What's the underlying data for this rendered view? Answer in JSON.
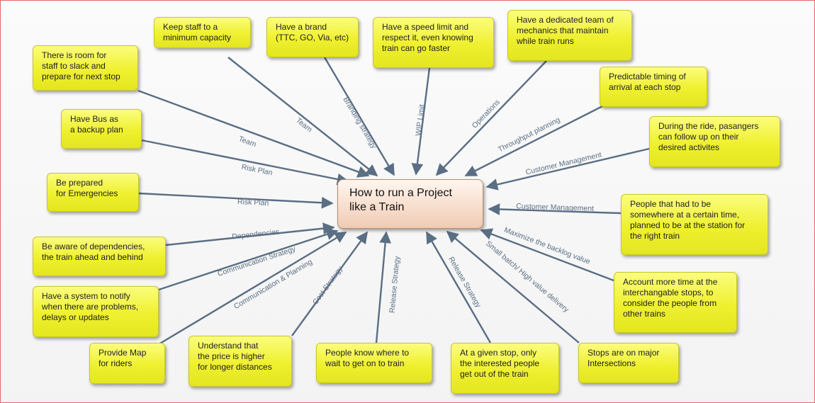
{
  "center": {
    "text": "How to run a Project\n     like a Train"
  },
  "nodes": [
    {
      "id": "n1",
      "text": "Keep staff to a\nminimum capacity"
    },
    {
      "id": "n2",
      "text": "Have a brand\n(TTC, GO, Via, etc)"
    },
    {
      "id": "n3",
      "text": "Have a speed limit and\nrespect it, even knowing\ntrain can go faster"
    },
    {
      "id": "n4",
      "text": "Have a dedicated team of\nmechanics that maintain\nwhile train runs"
    },
    {
      "id": "n5",
      "text": "There is room for\nstaff to slack and\nprepare for next stop"
    },
    {
      "id": "n6",
      "text": "Predictable timing of\narrival at each stop"
    },
    {
      "id": "n7",
      "text": "Have Bus as\na backup plan"
    },
    {
      "id": "n8",
      "text": "During the ride, pasangers\ncan follow up on their\ndesired activites"
    },
    {
      "id": "n9",
      "text": "Be prepared\nfor Emergencies"
    },
    {
      "id": "n10",
      "text": "People that had to be\nsomewhere at a certain time,\nplanned to be at the station  for\nthe right train"
    },
    {
      "id": "n11",
      "text": "Be aware of dependencies,\nthe train ahead and behind"
    },
    {
      "id": "n12",
      "text": "Account more time at the\ninterchangable stops, to\nconsider the people from\nother trains"
    },
    {
      "id": "n13",
      "text": "Have a system to notify\nwhen there are problems,\ndelays or updates"
    },
    {
      "id": "n14",
      "text": "Provide Map\nfor riders"
    },
    {
      "id": "n15",
      "text": "Understand that\nthe price is higher\nfor longer distances"
    },
    {
      "id": "n16",
      "text": "People know where to\nwait to get on to train"
    },
    {
      "id": "n17",
      "text": "At a given stop, only\nthe interested people\nget out of the train"
    },
    {
      "id": "n18",
      "text": "Stops are on major\nIntersections"
    }
  ],
  "edges": [
    {
      "label": "Team"
    },
    {
      "label": "Branding strategy"
    },
    {
      "label": "WIP Limit"
    },
    {
      "label": "Operations"
    },
    {
      "label": "Team"
    },
    {
      "label": "Throughput planning"
    },
    {
      "label": "Risk Plan"
    },
    {
      "label": "Customer Management"
    },
    {
      "label": "Risk Plan"
    },
    {
      "label": "Customer Management"
    },
    {
      "label": "Dependencies"
    },
    {
      "label": "Maximize the backlog value"
    },
    {
      "label": "Communication Strategy"
    },
    {
      "label": "Communication & Planning"
    },
    {
      "label": "Cost Strategy"
    },
    {
      "label": "Release Strategy"
    },
    {
      "label": "Release Strategy"
    },
    {
      "label": "Small batch/ High value delivery"
    }
  ]
}
